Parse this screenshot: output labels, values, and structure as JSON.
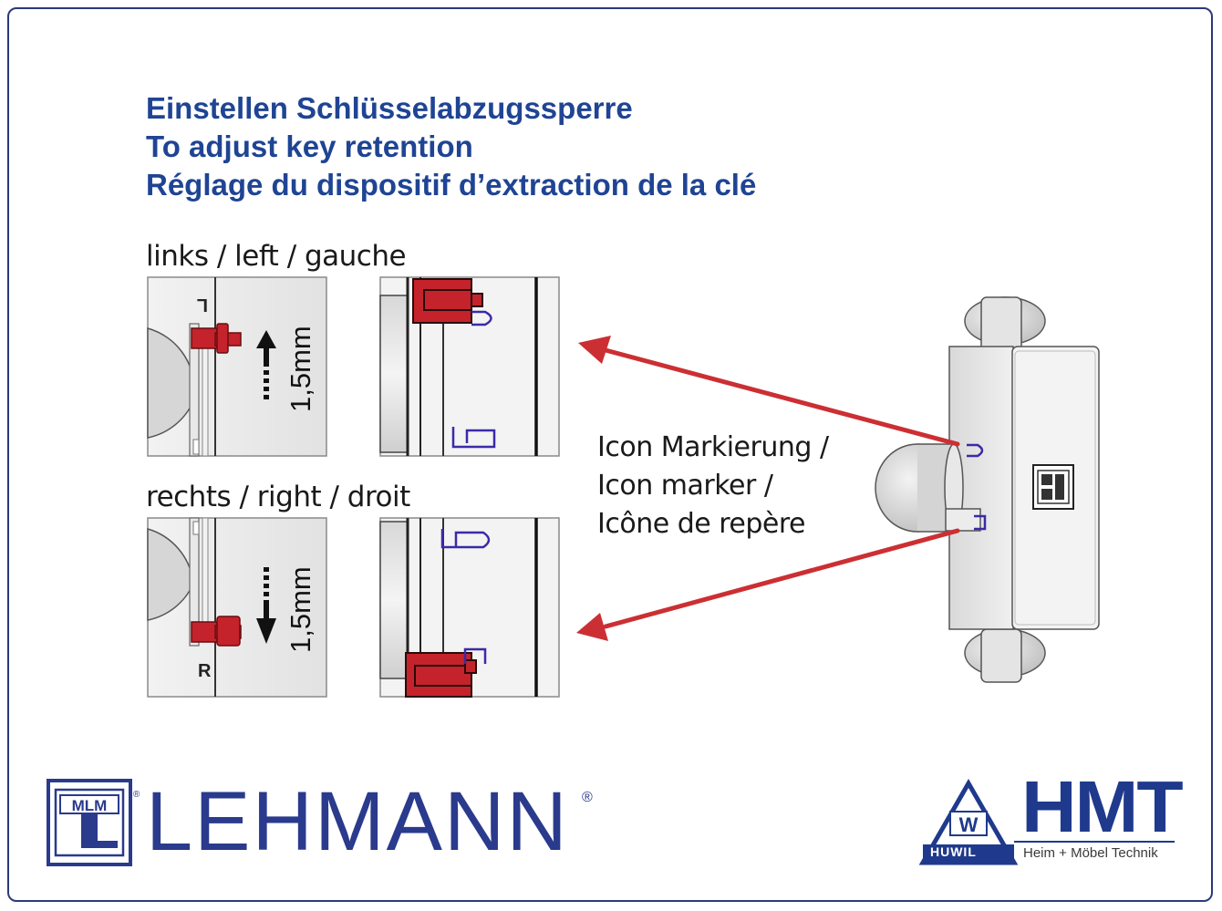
{
  "title": {
    "de": "Einstellen Schlüsselabzugssperre",
    "en": "To adjust key retention",
    "fr": "Réglage du dispositif d’extraction de la clé"
  },
  "sections": {
    "left_label": "links / left / gauche",
    "right_label": "rechts / right / droit"
  },
  "measurements": {
    "up": "1,5mm",
    "down": "1,5mm"
  },
  "side_marks": {
    "left": "L",
    "right": "R"
  },
  "marker_label": {
    "line1": "Icon Markierung /",
    "line2": "Icon marker /",
    "line3": "Icône de repère"
  },
  "logos": {
    "lehmann": "LEHMANN",
    "lehmann_monogram": "MLM",
    "registered": "®",
    "hmt": "HMT",
    "hmt_subtitle": "Heim + Möbel Technik",
    "huwil": "HUWIL",
    "huwil_mark": "W"
  },
  "colors": {
    "title_blue": "#1f4494",
    "brand_navy": "#2a3a8c",
    "arrow_red": "#cc2f33",
    "clip_red": "#c4232b",
    "marker_purple": "#3a2aa8"
  },
  "icons": [
    "arrow-up-icon",
    "arrow-down-icon",
    "marker-u-icon",
    "marker-n-icon",
    "red-pointer-arrow"
  ]
}
